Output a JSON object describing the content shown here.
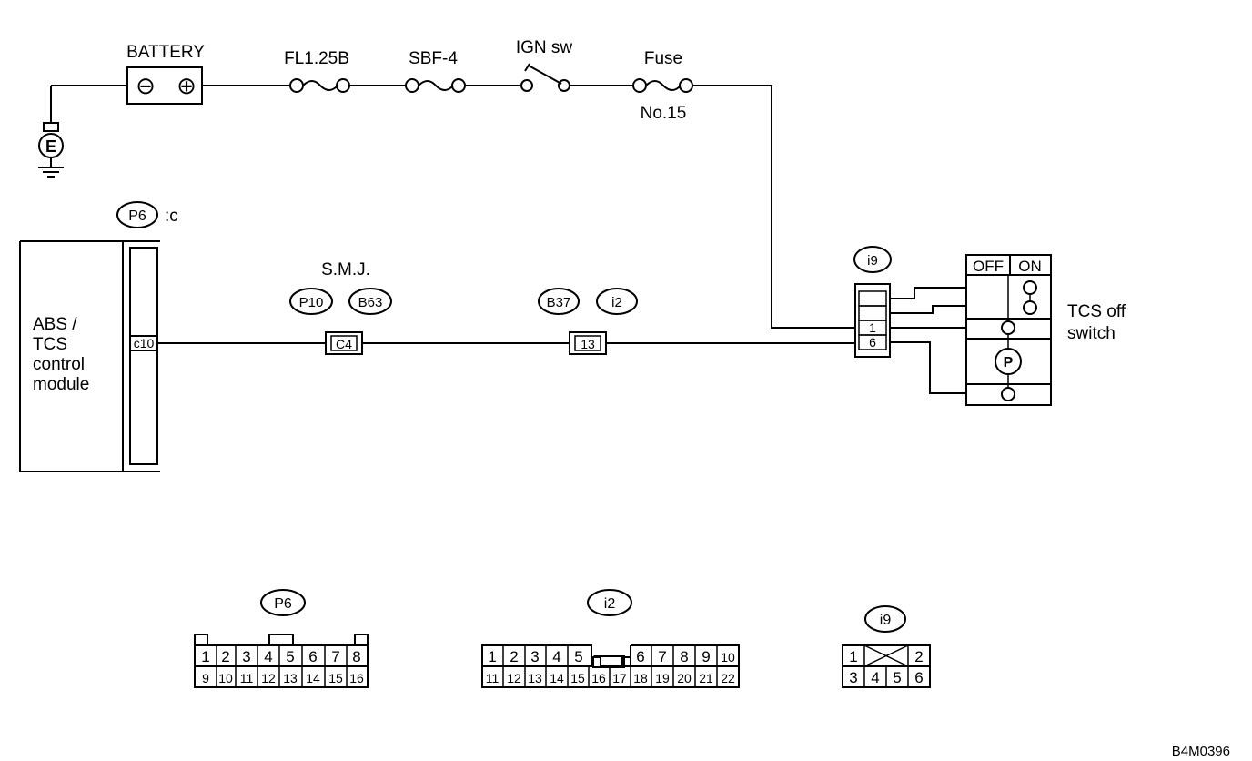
{
  "battery": {
    "label": "BATTERY",
    "neg_symbol": "⊖",
    "pos_symbol": "⊕"
  },
  "ground": {
    "label": "E"
  },
  "fusible_links": [
    "FL1.25B",
    "SBF-4"
  ],
  "ignition_switch": {
    "label": "IGN sw"
  },
  "fuse": {
    "label": "Fuse",
    "number": "No.15"
  },
  "control_module": {
    "connector": "P6",
    "connector_suffix": ":c",
    "label_lines": [
      "ABS /",
      "TCS",
      "control",
      "module"
    ],
    "pin": "c10"
  },
  "smj": {
    "label": "S.M.J.",
    "connectors": [
      "P10",
      "B63"
    ],
    "pin": "C4"
  },
  "junction": {
    "connectors": [
      "B37",
      "i2"
    ],
    "pin": "13"
  },
  "tcs_switch": {
    "connector": "i9",
    "pins": [
      "1",
      "6"
    ],
    "off_label": "OFF",
    "on_label": "ON",
    "lamp_symbol": "P",
    "label_lines": [
      "TCS off",
      "switch"
    ]
  },
  "connector_diagrams": [
    {
      "name": "P6",
      "top_row": [
        "1",
        "2",
        "3",
        "4",
        "5",
        "6",
        "7",
        "8"
      ],
      "bottom_row": [
        "9",
        "10",
        "11",
        "12",
        "13",
        "14",
        "15",
        "16"
      ]
    },
    {
      "name": "i2",
      "top_row": [
        "1",
        "2",
        "3",
        "4",
        "5",
        "6",
        "7",
        "8",
        "9",
        "10"
      ],
      "bottom_row": [
        "11",
        "12",
        "13",
        "14",
        "15",
        "16",
        "17",
        "18",
        "19",
        "20",
        "21",
        "22"
      ]
    },
    {
      "name": "i9",
      "top_row": [
        "1",
        "2"
      ],
      "bottom_row": [
        "3",
        "4",
        "5",
        "6"
      ]
    }
  ],
  "diagram_code": "B4M0396"
}
